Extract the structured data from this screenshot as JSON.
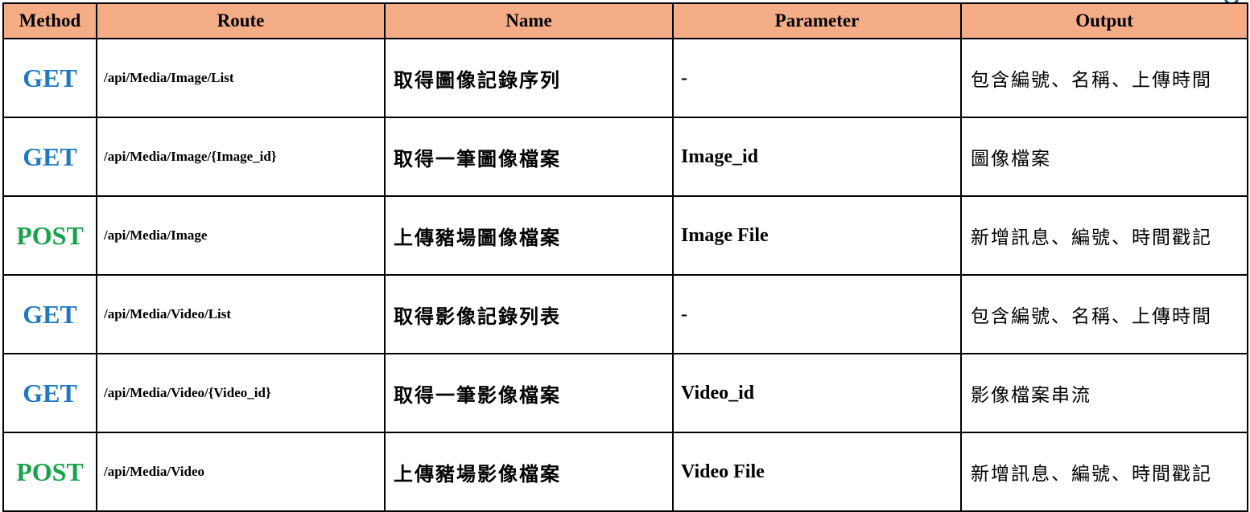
{
  "headers": {
    "method": "Method",
    "route": "Route",
    "name": "Name",
    "parameter": "Parameter",
    "output": "Output"
  },
  "colors": {
    "header_background": "#f4ad87",
    "GET": "#1f78c1",
    "POST": "#16a34a",
    "border": "#000000"
  },
  "rows": [
    {
      "method": "GET",
      "route": "/api/Media/Image/List",
      "name": "取得圖像記錄序列",
      "parameter": "-",
      "output": "包含編號、名稱、上傳時間"
    },
    {
      "method": "GET",
      "route": "/api/Media/Image/{Image_id}",
      "name": "取得一筆圖像檔案",
      "parameter": "Image_id",
      "output": "圖像檔案"
    },
    {
      "method": "POST",
      "route": "/api/Media/Image",
      "name": "上傳豬場圖像檔案",
      "parameter": "Image File",
      "output": "新增訊息、編號、時間戳記"
    },
    {
      "method": "GET",
      "route": "/api/Media/Video/List",
      "name": "取得影像記錄列表",
      "parameter": "-",
      "output": "包含編號、名稱、上傳時間"
    },
    {
      "method": "GET",
      "route": "/api/Media/Video/{Video_id}",
      "name": "取得一筆影像檔案",
      "parameter": "Video_id",
      "output": "影像檔案串流"
    },
    {
      "method": "POST",
      "route": "/api/Media/Video",
      "name": "上傳豬場影像檔案",
      "parameter": "Video File",
      "output": "新增訊息、編號、時間戳記"
    }
  ]
}
